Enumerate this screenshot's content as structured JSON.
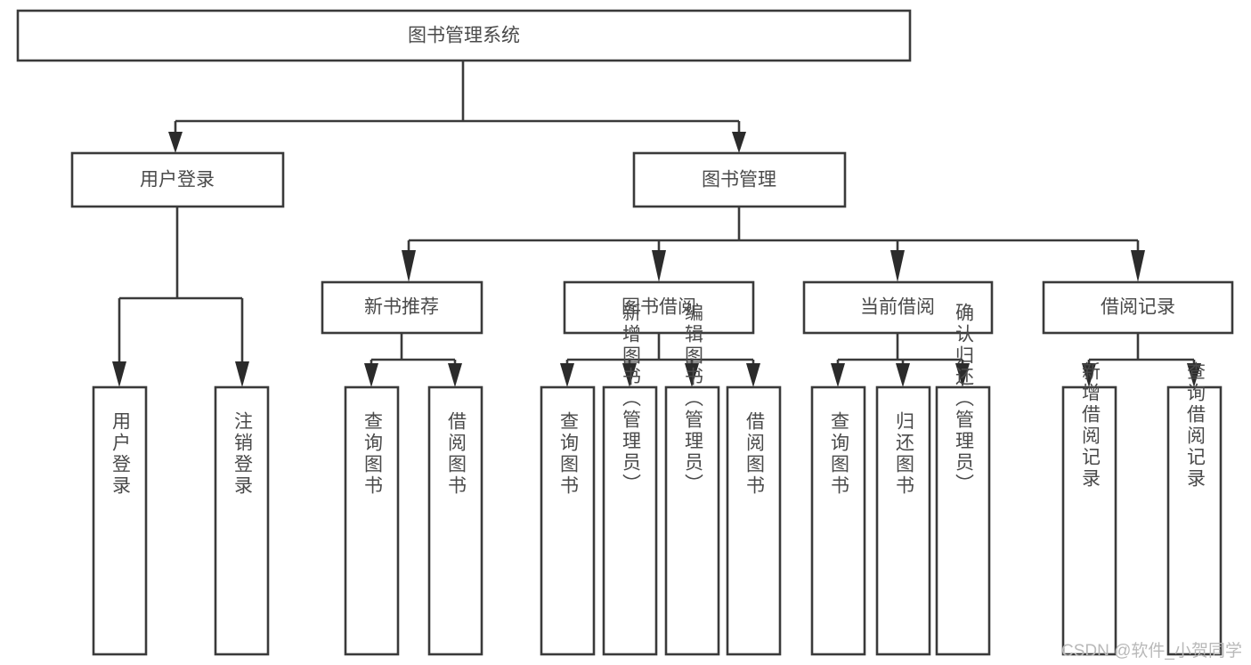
{
  "diagram": {
    "type": "tree-hierarchy-flowchart",
    "title": "图书管理系统",
    "colors": {
      "box_fill": "#ffffff",
      "box_stroke": "#3a3a3a",
      "label_text": "#4a4a4a",
      "connector": "#3a3a3a",
      "watermark": "#b9b9b9",
      "page_background": "#ffffff"
    },
    "root": {
      "id": "root",
      "label": "图书管理系统",
      "orientation": "horizontal"
    },
    "level2": [
      {
        "id": "user-login",
        "label": "用户登录",
        "orientation": "horizontal"
      },
      {
        "id": "book-management",
        "label": "图书管理",
        "orientation": "horizontal"
      }
    ],
    "level3": [
      {
        "id": "new-book-recommend",
        "label": "新书推荐",
        "orientation": "horizontal",
        "parent": "book-management"
      },
      {
        "id": "book-borrow",
        "label": "图书借阅",
        "orientation": "horizontal",
        "parent": "book-management"
      },
      {
        "id": "current-borrow",
        "label": "当前借阅",
        "orientation": "horizontal",
        "parent": "book-management"
      },
      {
        "id": "borrow-record",
        "label": "借阅记录",
        "orientation": "horizontal",
        "parent": "book-management"
      }
    ],
    "leaves": [
      {
        "id": "leaf-user-login",
        "label": "用户登录",
        "orientation": "vertical",
        "parent": "user-login"
      },
      {
        "id": "leaf-user-logout",
        "label": "注销登录",
        "orientation": "vertical",
        "parent": "user-login"
      },
      {
        "id": "leaf-query-book-1",
        "label": "查询图书",
        "orientation": "vertical",
        "parent": "new-book-recommend"
      },
      {
        "id": "leaf-borrow-book-1",
        "label": "借阅图书",
        "orientation": "vertical",
        "parent": "new-book-recommend"
      },
      {
        "id": "leaf-query-book-2",
        "label": "查询图书",
        "orientation": "vertical",
        "parent": "book-borrow"
      },
      {
        "id": "leaf-add-book",
        "label": "新增图书（管理员）",
        "orientation": "vertical",
        "parent": "book-borrow"
      },
      {
        "id": "leaf-edit-book",
        "label": "编辑图书（管理员）",
        "orientation": "vertical",
        "parent": "book-borrow"
      },
      {
        "id": "leaf-borrow-book-2",
        "label": "借阅图书",
        "orientation": "vertical",
        "parent": "book-borrow"
      },
      {
        "id": "leaf-query-book-3",
        "label": "查询图书",
        "orientation": "vertical",
        "parent": "current-borrow"
      },
      {
        "id": "leaf-return-book",
        "label": "归还图书",
        "orientation": "vertical",
        "parent": "current-borrow"
      },
      {
        "id": "leaf-confirm-return",
        "label": "确认归还（管理员）",
        "orientation": "vertical",
        "parent": "current-borrow"
      },
      {
        "id": "leaf-add-record",
        "label": "新增借阅记录",
        "orientation": "vertical",
        "parent": "borrow-record"
      },
      {
        "id": "leaf-query-record",
        "label": "查询借阅记录",
        "orientation": "vertical",
        "parent": "borrow-record"
      }
    ]
  },
  "watermark": {
    "text": "CSDN @软件_小贺同学"
  }
}
